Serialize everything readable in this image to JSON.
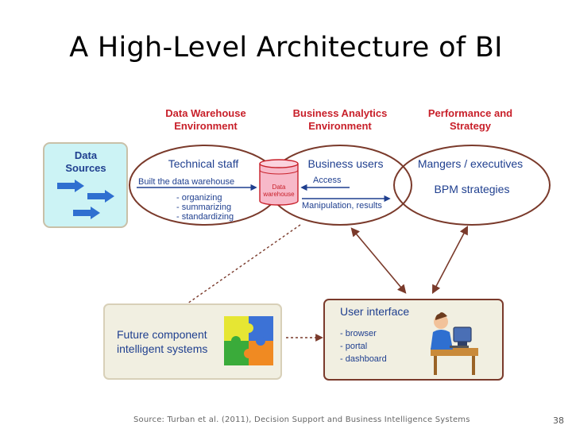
{
  "title": "A High-Level Architecture of BI",
  "headers": {
    "data_warehouse_env": [
      "Data Warehouse",
      "Environment"
    ],
    "business_analytics_env": [
      "Business Analytics",
      "Environment"
    ],
    "performance_strategy": [
      "Performance and",
      "Strategy"
    ]
  },
  "data_sources": [
    "Data",
    "Sources"
  ],
  "technical_staff": {
    "title": "Technical staff",
    "action": "Built the data warehouse",
    "steps": [
      "- organizing",
      "- summarizing",
      "- standardizing"
    ]
  },
  "data_warehouse": [
    "Data",
    "warehouse"
  ],
  "business_users": {
    "title": "Business users",
    "access": "Access",
    "manipulation": "Manipulation, results"
  },
  "managers": {
    "title": "Mangers / executives",
    "bpm": "BPM strategies"
  },
  "future_component": [
    "Future component",
    "intelligent systems"
  ],
  "user_interface": {
    "title": "User interface",
    "items": [
      "- browser",
      "- portal",
      "- dashboard"
    ]
  },
  "source": "Source: Turban et al. (2011), Decision Support and Business Intelligence Systems",
  "page_number": "38",
  "colors": {
    "header_red": "#c8202a",
    "label_blue": "#1f3f8f",
    "arrow_blue": "#2f6fd0",
    "ellipse_border": "#7a3a2b",
    "box_fill": "#f1efe1",
    "sources_fill": "#ccf3f5",
    "db_fill": "#f7b9c9"
  }
}
